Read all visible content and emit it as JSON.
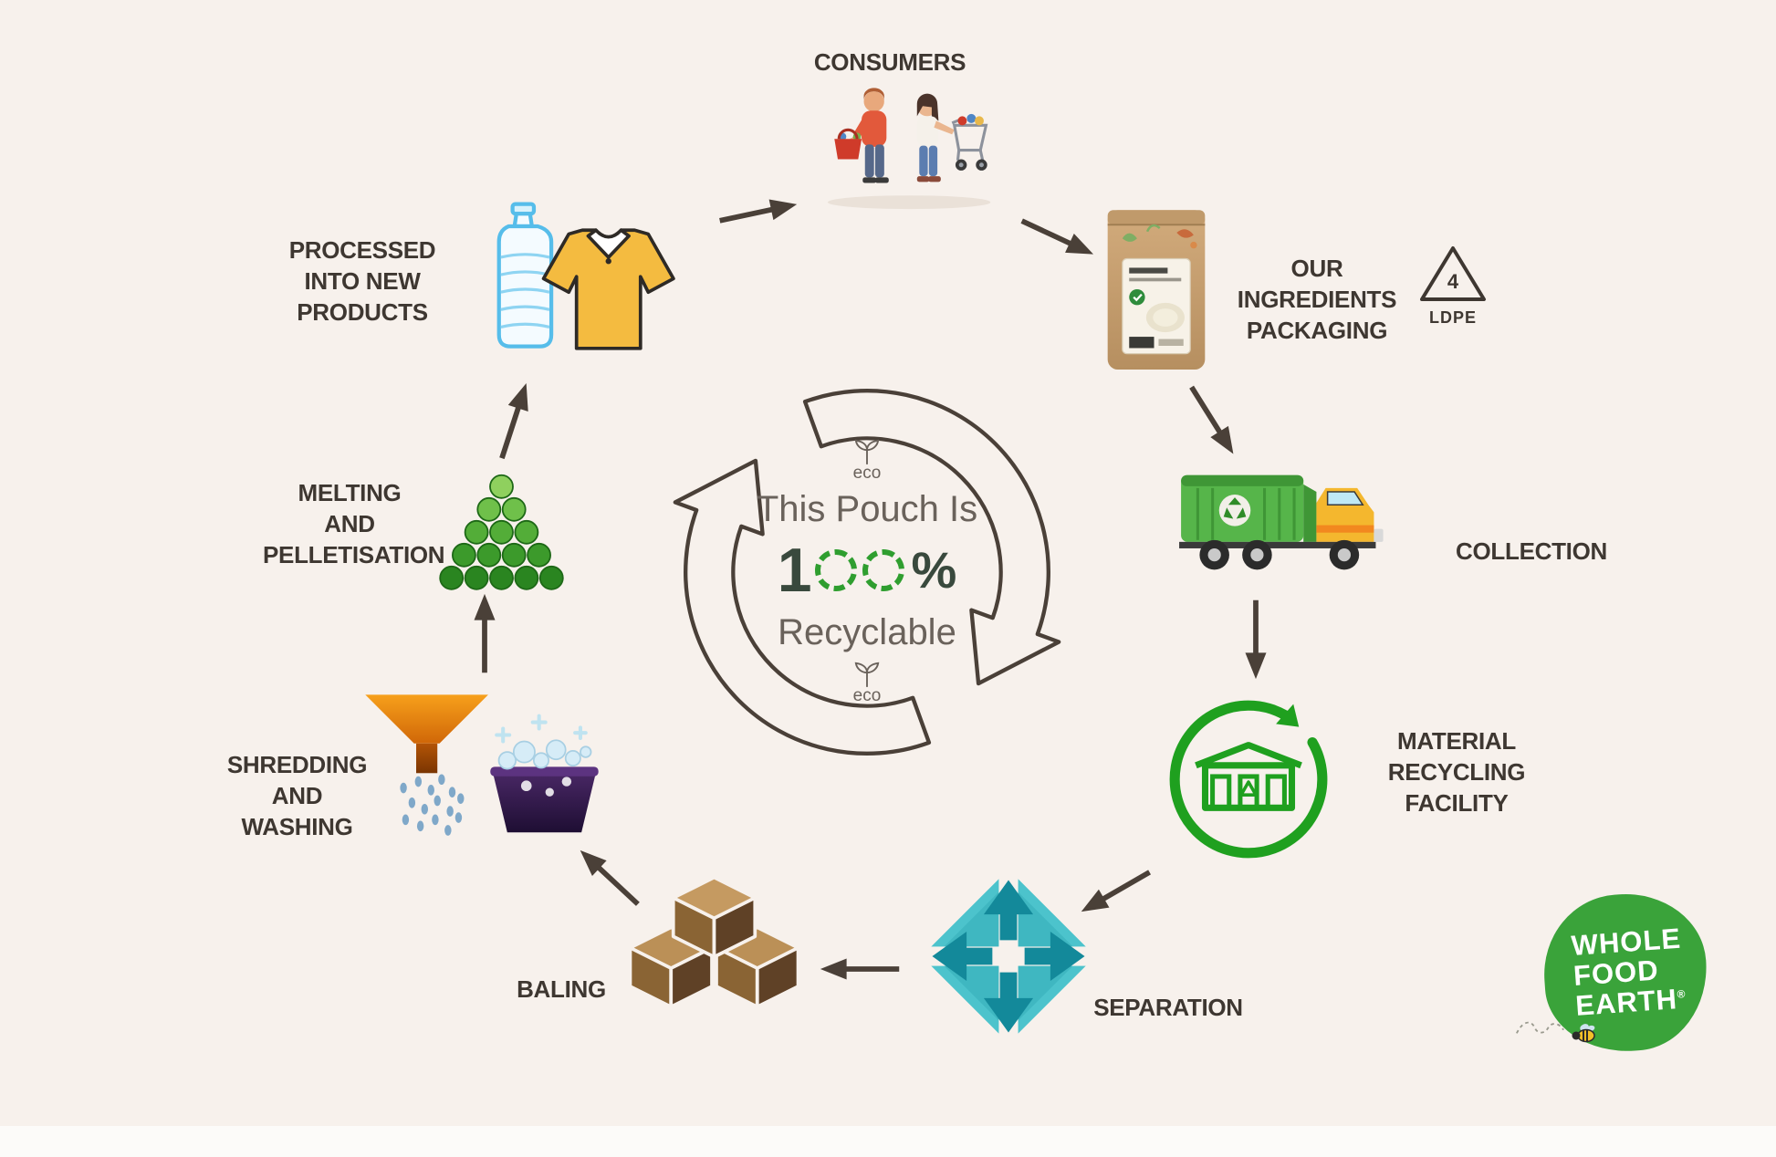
{
  "title": "This Pouch Is 100% Recyclable",
  "center": {
    "line1": "This Pouch Is",
    "percent_value": "100%",
    "percent_one": "1",
    "percent_sign": "%",
    "line3": "Recyclable",
    "eco_top": "eco",
    "eco_bottom": "eco"
  },
  "stages": {
    "consumers": {
      "label": "CONSUMERS"
    },
    "packaging": {
      "label": "OUR INGREDIENTS\nPACKAGING",
      "ldpe_number": "4",
      "ldpe_text": "LDPE"
    },
    "collection": {
      "label": "COLLECTION"
    },
    "mrf": {
      "label": "MATERIAL\nRECYCLING\nFACILITY"
    },
    "separation": {
      "label": "SEPARATION"
    },
    "baling": {
      "label": "BALING"
    },
    "shredding": {
      "label": "SHREDDING\nAND WASHING"
    },
    "melting": {
      "label": "MELTING\nAND\nPELLETISATION"
    },
    "products": {
      "label": "PROCESSED\nINTO NEW PRODUCTS"
    }
  },
  "flow": [
    "CONSUMERS",
    "OUR INGREDIENTS PACKAGING",
    "COLLECTION",
    "MATERIAL RECYCLING FACILITY",
    "SEPARATION",
    "BALING",
    "SHREDDING AND WASHING",
    "MELTING AND PELLETISATION",
    "PROCESSED INTO NEW PRODUCTS"
  ],
  "logo": {
    "line1": "WHOLE",
    "line2": "FOOD",
    "line3": "EARTH",
    "registered": "®"
  },
  "colors": {
    "background": "#f7f1ec",
    "label_text": "#3e3731",
    "arrow": "#4a4038",
    "accent_green": "#2f9e2f",
    "mrf_green": "#1fa01f",
    "teal": "#4cc3cc",
    "teal_dark": "#13899a",
    "logo_green": "#3aa33a",
    "truck_green": "#56b54a",
    "cab_yellow": "#f4b72e",
    "funnel_orange": "#f7a01b",
    "basin_purple": "#3a2158",
    "bale_brown": "#8a6434",
    "shirt_yellow": "#f4bb40",
    "bottle_blue": "#56bdea"
  }
}
